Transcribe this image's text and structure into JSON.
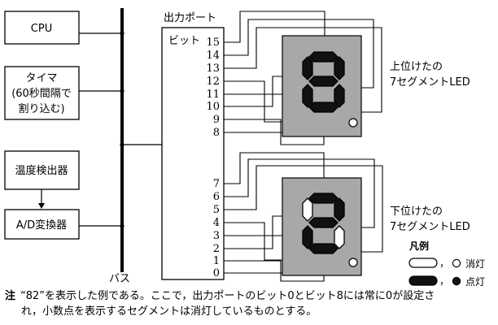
{
  "boxes": {
    "cpu": "CPU",
    "timer_line1": "タイマ",
    "timer_line2": "(60秒間隔で",
    "timer_line3": "割り込む)",
    "temp_sensor": "温度検出器",
    "adc": "A/D変換器"
  },
  "bus_label": "バス",
  "port": {
    "title": "出力ポート",
    "bit_header": "ビット",
    "upper_bits": [
      "15",
      "14",
      "13",
      "12",
      "11",
      "10",
      "9",
      "8"
    ],
    "lower_bits": [
      "7",
      "6",
      "5",
      "4",
      "3",
      "2",
      "1",
      "0"
    ]
  },
  "displays": {
    "upper_line1": "上位けたの",
    "upper_line2": "7セグメントLED",
    "lower_line1": "下位けたの",
    "lower_line2": "7セグメントLED",
    "upper_digit": "8",
    "lower_digit": "2"
  },
  "legend": {
    "title": "凡例",
    "off_label": "消灯",
    "on_label": "点灯",
    "separator": "，"
  },
  "note": {
    "lead": "注",
    "line1": "“82”を表示した例である。ここで，出力ポートのビット0とビット8には常に0が設定さ",
    "line2": "れ，小数点を表示するセグメントは消灯しているものとする。"
  },
  "colors": {
    "panel": "#a8a8a8",
    "segment_on": "#111111",
    "segment_off": "#ffffff",
    "line": "#000000"
  }
}
